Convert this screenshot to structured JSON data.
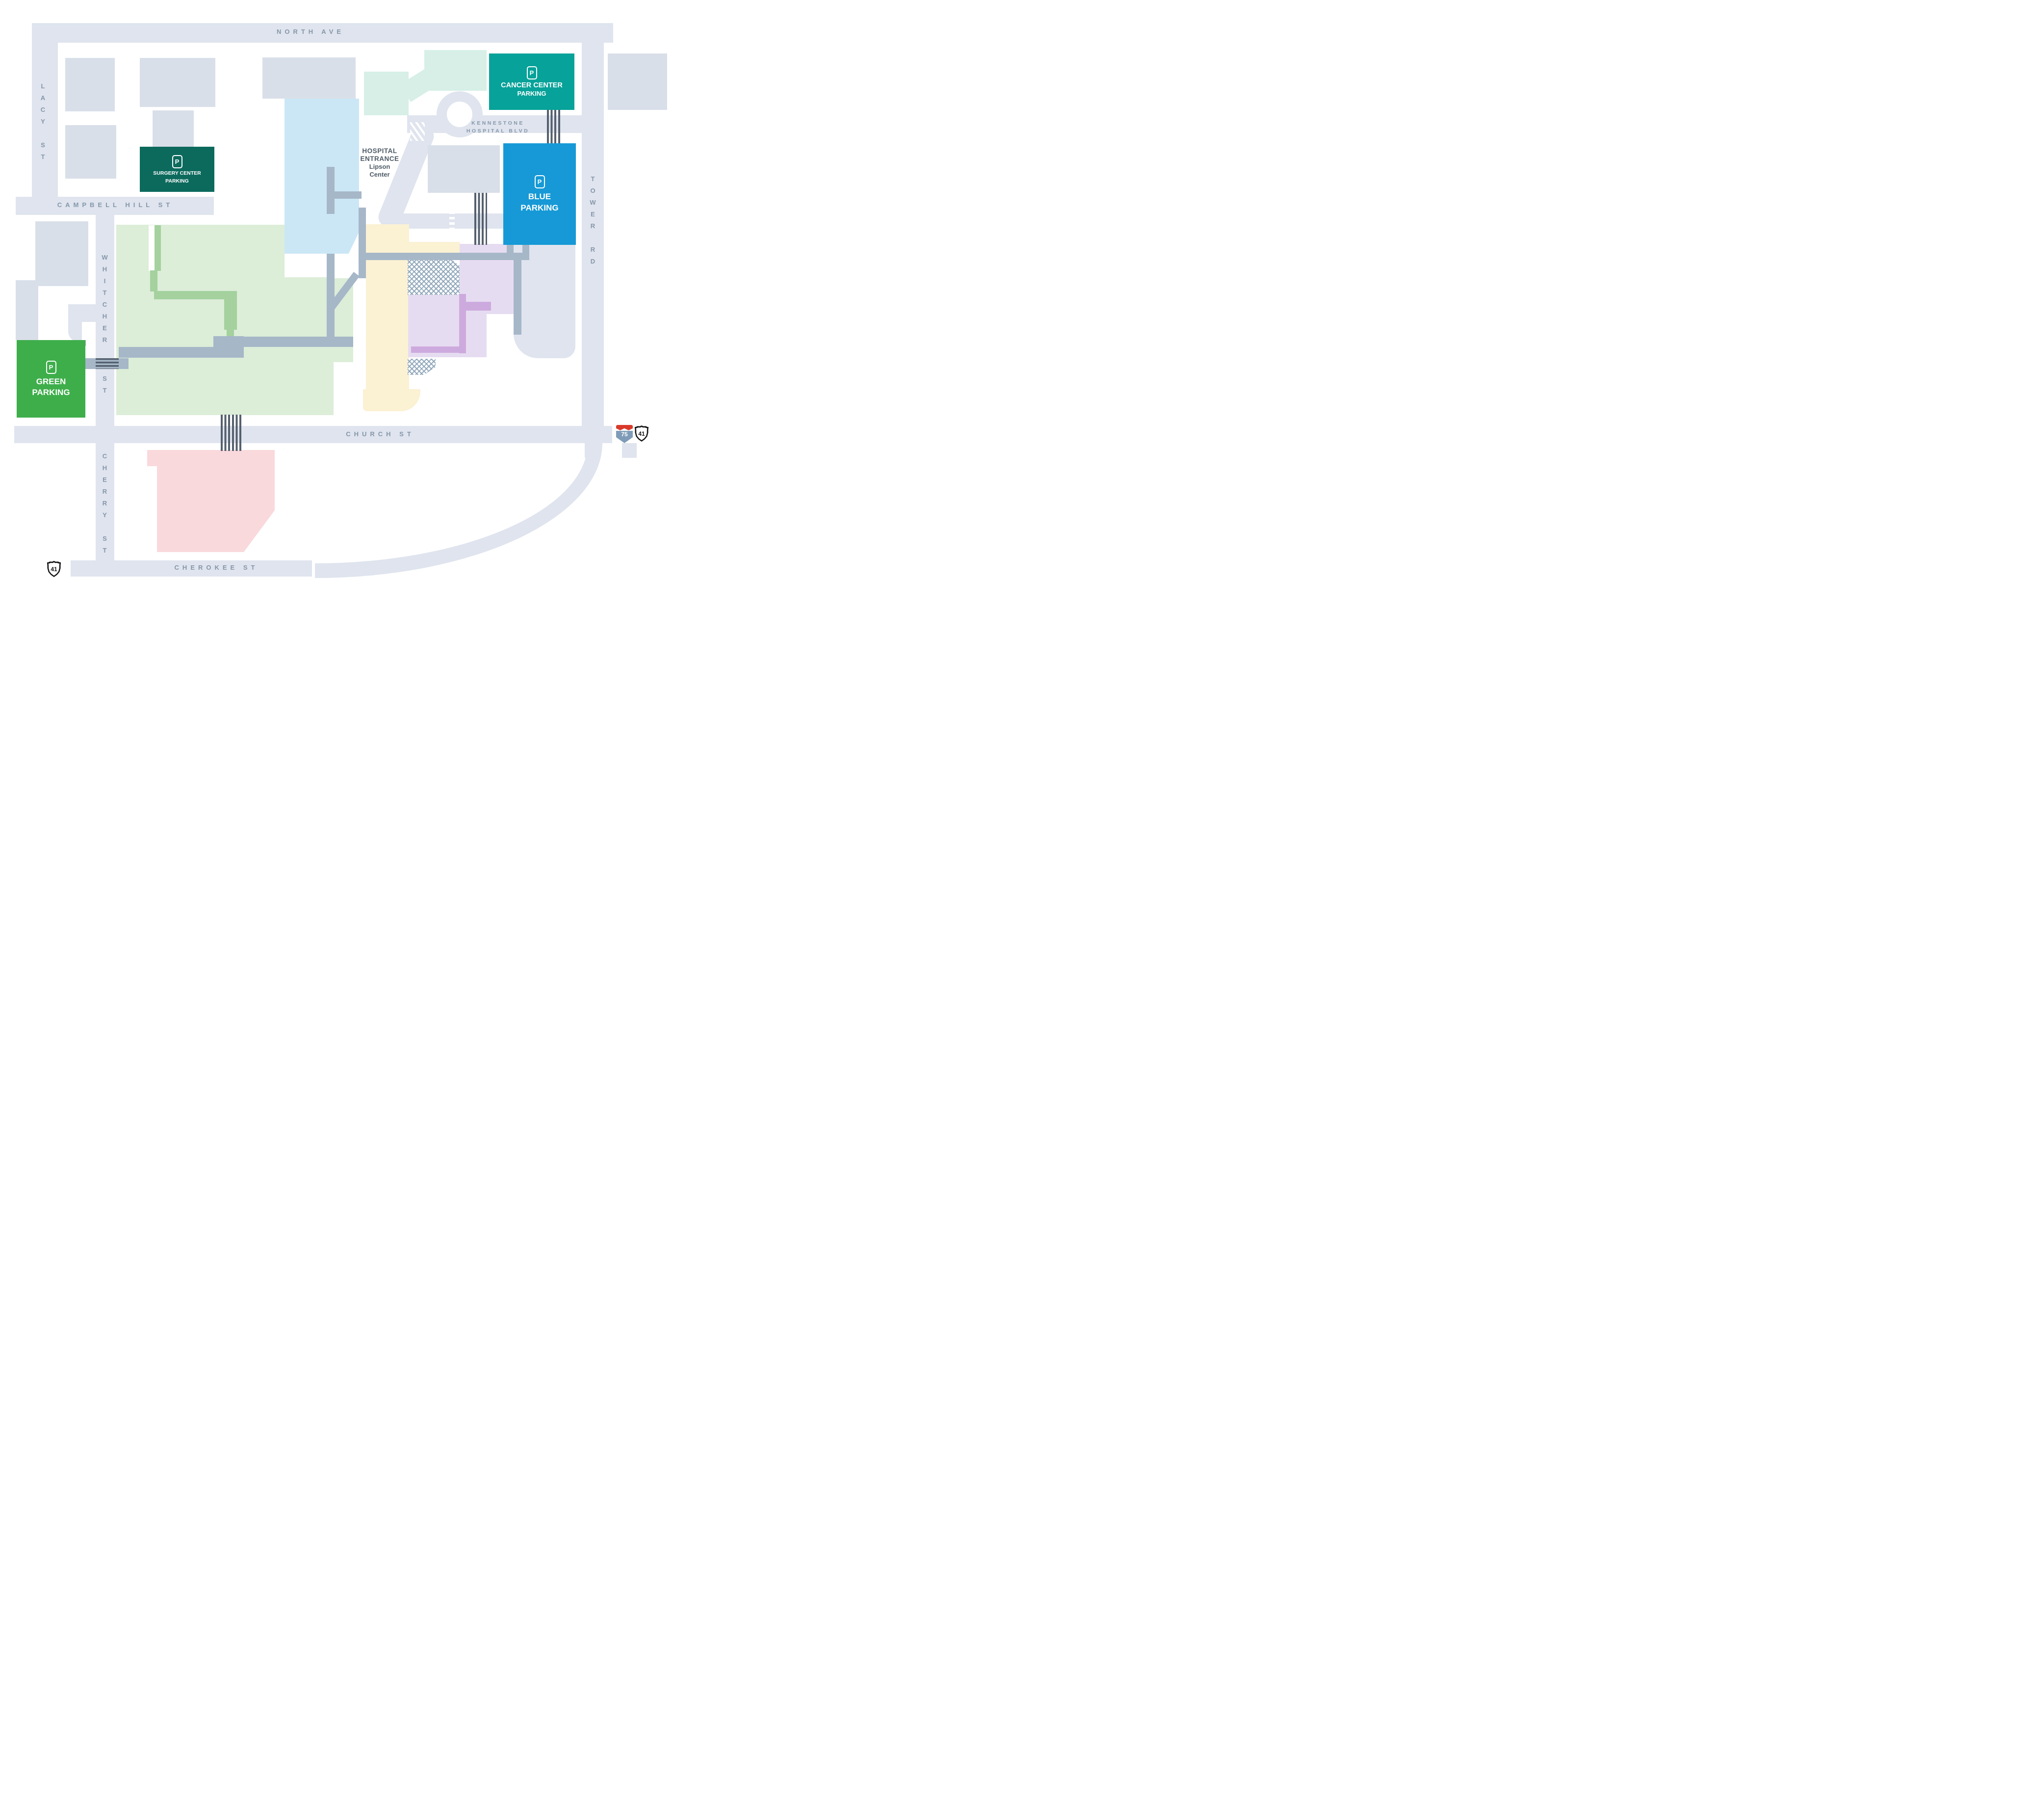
{
  "streets": {
    "north_ave": "NORTH AVE",
    "lacy_st": "LACY ST",
    "campbell_hill_st": "CAMPBELL HILL ST",
    "whitcher": "WHITCHER",
    "whitcher_suffix": "ST",
    "cherry": "CHERRY",
    "cherry_suffix": "ST",
    "church_st": "CHURCH ST",
    "cherokee_st": "CHEROKEE ST",
    "tower_rd": "TOWER RD",
    "kennestone_line1": "KENNESTONE",
    "kennestone_line2": "HOSPITAL BLVD"
  },
  "entrance": {
    "line1": "HOSPITAL",
    "line2": "ENTRANCE",
    "line3": "Lipson Center"
  },
  "parking": {
    "p_symbol": "P",
    "surgery": {
      "line1": "SURGERY CENTER",
      "line2": "PARKING",
      "color": "#0c6a5d"
    },
    "cancer": {
      "line1": "CANCER CENTER",
      "line2": "PARKING",
      "color": "#07a299"
    },
    "blue": {
      "line1": "BLUE",
      "line2": "PARKING",
      "color": "#1699d6"
    },
    "green": {
      "line1": "GREEN",
      "line2": "PARKING",
      "color": "#3eae4b"
    }
  },
  "shields": {
    "interstate": "75",
    "us_route": "41"
  },
  "colors": {
    "road": "#dfe4ee",
    "building": "#d9dfe9",
    "walkway_slate": "#a6b7c8",
    "walkway_green": "#a4d19e",
    "building_light_green": "#dcedd8",
    "building_light_blue": "#cbe7f6",
    "building_mint": "#d7efe7",
    "building_yellow": "#fbf1d3",
    "building_lavender": "#e6dcf1",
    "building_purple_path": "#cdaade",
    "building_pink": "#f9d9dc",
    "crosswalk": "#55606e",
    "street_label": "#8596a9",
    "dark_label": "#4e5b66",
    "interstate_red": "#d93a2b",
    "interstate_blue": "#7e9cb8"
  }
}
